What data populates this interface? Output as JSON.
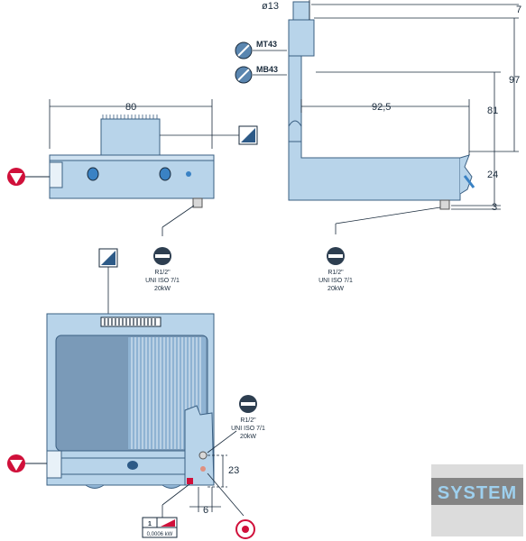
{
  "dims": {
    "diameter": "ø13",
    "top_gap": "7",
    "height_total": "97",
    "height_upper": "81",
    "depth": "92,5",
    "width": "80",
    "base_height": "24",
    "foot": "3",
    "conn_v": "23",
    "conn_h": "6"
  },
  "labels": {
    "mt": "MT43",
    "mb": "MB43"
  },
  "gas_right": [
    "R1/2\"",
    "UNI ISO 7/1",
    "20kW"
  ],
  "gas_left": [
    "R1/2\"",
    "UNI ISO 7/1",
    "20kW"
  ],
  "gas_bottom": [
    "R1/2\"",
    "UNI ISO 7/1",
    "20kW"
  ],
  "electric": {
    "phase": "1",
    "power": "0,0006 kW"
  },
  "watermark": "SYSTEM",
  "colors": {
    "steel": "#b8d4ea",
    "steel_dark": "#8fb3d3",
    "outline": "#3a5f82",
    "dim_line": "#1a2b3c",
    "accent": "#d0103a"
  }
}
